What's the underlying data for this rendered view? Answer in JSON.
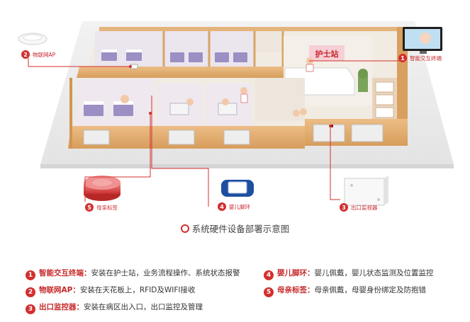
{
  "callouts": [
    {
      "num": "1",
      "label": "智能交互终端"
    },
    {
      "num": "2",
      "label": "物联网AP"
    },
    {
      "num": "3",
      "label": "出口监视器"
    },
    {
      "num": "4",
      "label": "婴儿脚环"
    },
    {
      "num": "5",
      "label": "母亲标签"
    }
  ],
  "station_sign": "护士站",
  "caption": "系统硬件设备部署示意图",
  "legend": [
    {
      "num": "1",
      "title": "智能交互终端：",
      "text": "安装在护士站，业务流程操作、系统状态报警"
    },
    {
      "num": "2",
      "title": "物联网AP：",
      "text": "安装在天花板上，RFID及WIFI接收"
    },
    {
      "num": "3",
      "title": "出口监控器：",
      "text": "安装在病区出入口，出口监控及管理"
    },
    {
      "num": "4",
      "title": "婴儿脚环：",
      "text": "婴儿佩戴，婴儿状态监测及位置监控"
    },
    {
      "num": "5",
      "title": "母亲标签：",
      "text": "母亲佩戴，母婴身份绑定及防抱错"
    }
  ],
  "colors": {
    "accent": "#d32f2f",
    "wall": "#e0ad72",
    "floor": "#ede6dc"
  }
}
